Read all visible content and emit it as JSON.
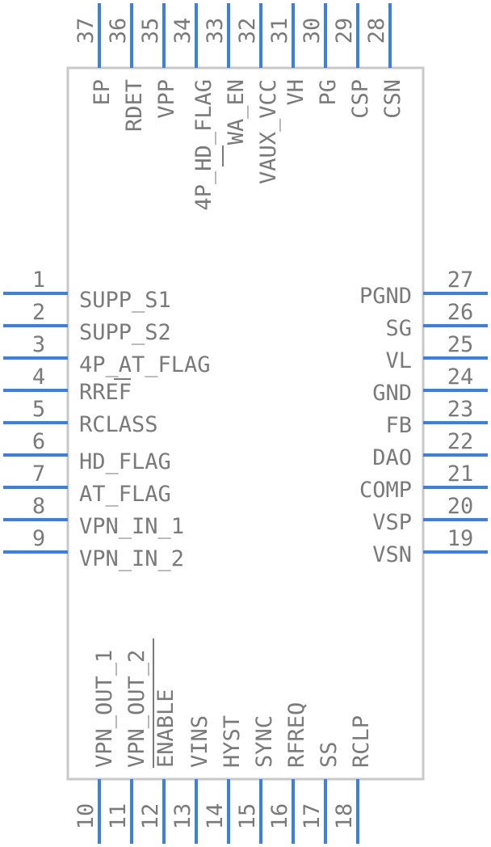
{
  "component": {
    "left_pins": [
      {
        "num": "1",
        "name": "SUPP_S1"
      },
      {
        "num": "2",
        "name": "SUPP_S2"
      },
      {
        "num": "3",
        "name": "4P_AT_FLAG"
      },
      {
        "num": "4",
        "name": "RREF"
      },
      {
        "num": "5",
        "name": "RCLASS"
      },
      {
        "num": "6",
        "name": "HD_FLAG"
      },
      {
        "num": "7",
        "name": "AT_FLAG"
      },
      {
        "num": "8",
        "name": "VPN_IN_1"
      },
      {
        "num": "9",
        "name": "VPN_IN_2"
      }
    ],
    "bottom_pins": [
      {
        "num": "10",
        "name": "VPN_OUT_1"
      },
      {
        "num": "11",
        "name": "VPN_OUT_2"
      },
      {
        "num": "12",
        "name": "ENABLE"
      },
      {
        "num": "13",
        "name": "VINS"
      },
      {
        "num": "14",
        "name": "HYST"
      },
      {
        "num": "15",
        "name": "SYNC"
      },
      {
        "num": "16",
        "name": "RFREQ"
      },
      {
        "num": "17",
        "name": "SS"
      },
      {
        "num": "18",
        "name": "RCLP"
      }
    ],
    "right_pins": [
      {
        "num": "19",
        "name": "VSN"
      },
      {
        "num": "20",
        "name": "VSP"
      },
      {
        "num": "21",
        "name": "COMP"
      },
      {
        "num": "22",
        "name": "DAO"
      },
      {
        "num": "23",
        "name": "FB"
      },
      {
        "num": "24",
        "name": "GND"
      },
      {
        "num": "25",
        "name": "VL"
      },
      {
        "num": "26",
        "name": "SG"
      },
      {
        "num": "27",
        "name": "PGND"
      }
    ],
    "top_pins": [
      {
        "num": "28",
        "name": "CSN"
      },
      {
        "num": "29",
        "name": "CSP"
      },
      {
        "num": "30",
        "name": "PG"
      },
      {
        "num": "31",
        "name": "VH"
      },
      {
        "num": "32",
        "name": "VAUX_VCC"
      },
      {
        "num": "33",
        "name": "WA_EN"
      },
      {
        "num": "34",
        "name": "4P_HD_FLAG"
      },
      {
        "num": "35",
        "name": "VPP"
      },
      {
        "num": "36",
        "name": "RDET"
      },
      {
        "num": "37",
        "name": "EP"
      }
    ],
    "colors": {
      "pin": "#3a7ee8",
      "body_outline": "#c8c8c8",
      "text": "#7a7a7a"
    }
  }
}
